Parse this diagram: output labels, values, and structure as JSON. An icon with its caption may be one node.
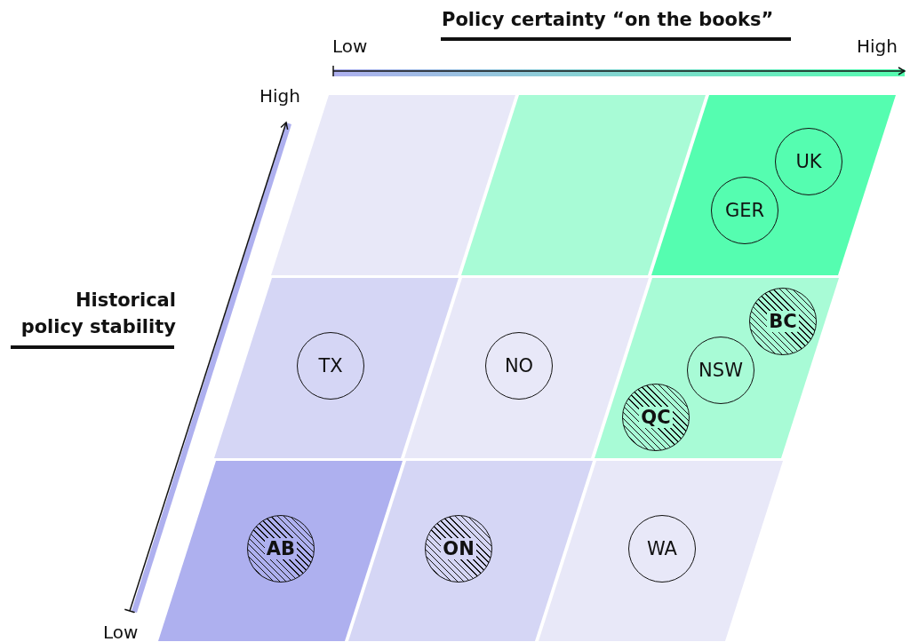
{
  "diagram": {
    "nodes": [
      {
        "text": [],
        "shape": "parallelogram"
      },
      {
        "text": [],
        "shape": "parallelogram"
      },
      {
        "text": [],
        "shape": "parallelogram"
      },
      {
        "text": [
          "UK"
        ],
        "in": 2
      },
      {
        "text": [
          "GER"
        ],
        "in": 2
      },
      {
        "text": [],
        "shape": "parallelogram"
      },
      {
        "text": [
          "TX"
        ],
        "in": 5
      },
      {
        "text": [],
        "shape": "parallelogram"
      },
      {
        "text": [
          "NO"
        ],
        "in": 7
      },
      {
        "text": [],
        "shape": "parallelogram"
      },
      {
        "text": [
          "BC"
        ],
        "in": 9
      },
      {
        "text": [
          "NSW"
        ],
        "in": 9
      },
      {
        "text": [
          "QC"
        ],
        "in": 9
      },
      {
        "text": [],
        "shape": "parallelogram"
      },
      {
        "text": [
          "AB"
        ],
        "in": 13
      },
      {
        "text": [],
        "shape": "parallelogram"
      },
      {
        "text": [
          "ON"
        ],
        "in": 15
      },
      {
        "text": [],
        "shape": "parallelogram"
      },
      {
        "text": [
          "WA"
        ],
        "in": 17
      }
    ],
    "edges": [],
    "labels": [
      "Policy certainty “on the books”",
      "Low",
      "High",
      "High",
      "Historical policy stability",
      "Low"
    ]
  }
}
